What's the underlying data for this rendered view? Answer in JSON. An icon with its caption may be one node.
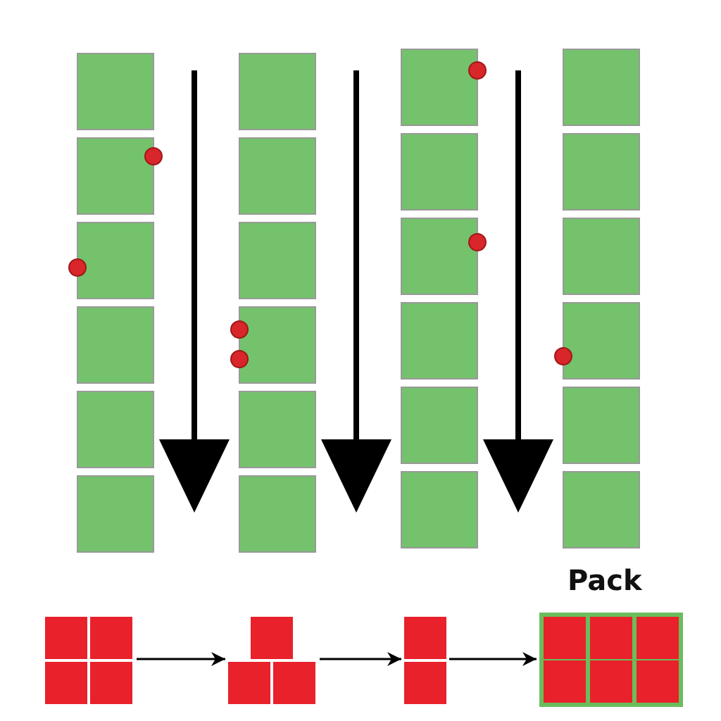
{
  "diagram": {
    "nodes": [
      {
        "text": [],
        "shape": "picture"
      },
      {
        "text": [],
        "shape": "picture"
      },
      {
        "text": [],
        "shape": "picture"
      },
      {
        "text": [
          "Pack"
        ]
      }
    ],
    "edges": [
      {
        "from": 0,
        "to": 1,
        "arrow": "to"
      },
      {
        "from": 1,
        "to": 2,
        "arrow": "to"
      },
      {
        "from": 2,
        "to": 3,
        "arrow": "to"
      }
    ]
  }
}
